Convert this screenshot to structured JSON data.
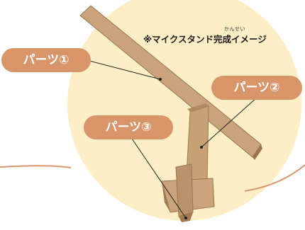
{
  "caption": {
    "ruby": "かんせい",
    "text": "※マイクスタンド完成イメージ"
  },
  "labels": {
    "part1": "パーツ①",
    "part2": "パーツ②",
    "part3": "パーツ③"
  },
  "colors": {
    "circle": "#fdeec6",
    "pill": "#d9956a",
    "curve": "#d9956a",
    "wood_light": "#c9a47a",
    "wood_dark": "#a07a52",
    "leader": "#222222"
  }
}
